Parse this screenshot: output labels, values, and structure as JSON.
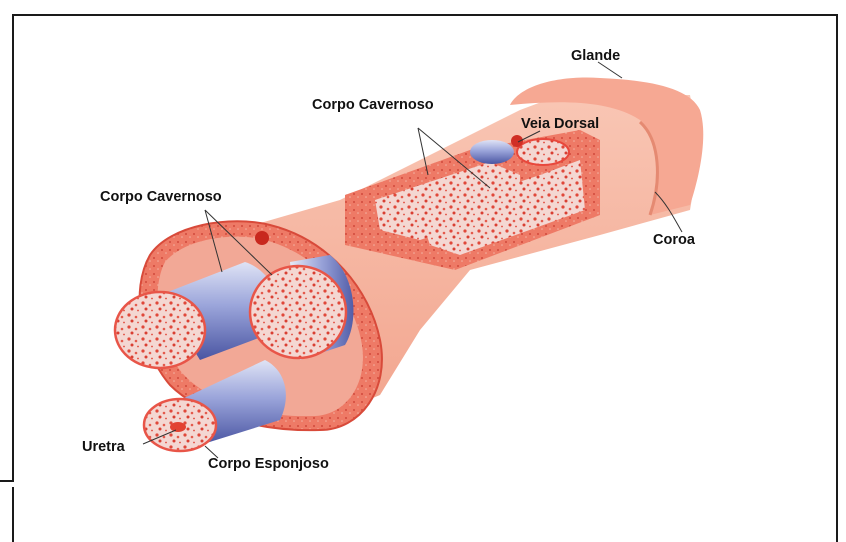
{
  "labels": {
    "glande": "Glande",
    "corpo_cavernoso_top": "Corpo  Cavernoso",
    "veia_dorsal": "Veia Dorsal",
    "corpo_cavernoso_left": "Corpo  Cavernoso",
    "coroa": "Coroa",
    "uretra": "Uretra",
    "corpo_esponjoso": "Corpo Esponjoso"
  },
  "colors": {
    "skin": "#f7b7a3",
    "skin_dark": "#ef9a82",
    "tissue_red": "#e8483c",
    "tissue_light": "#f6c9c0",
    "vessel_blue": "#8f9bd6",
    "vessel_dark": "#4f5aa8",
    "text": "#111111"
  }
}
